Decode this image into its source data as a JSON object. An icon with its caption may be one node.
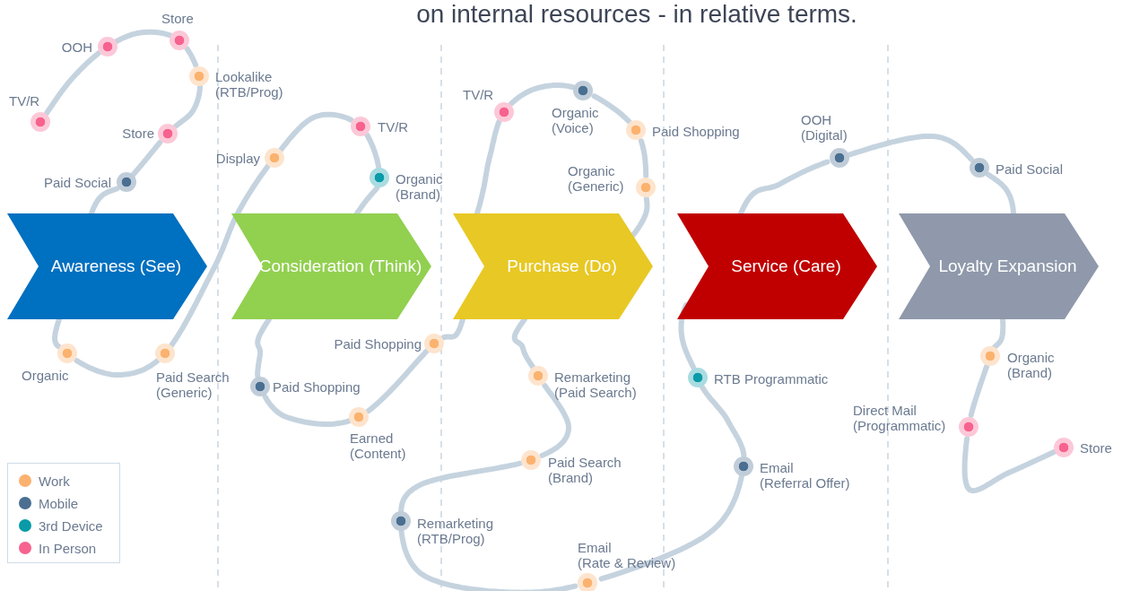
{
  "diagram": {
    "title": "on internal resources - in relative terms.",
    "nodes": [
      {
        "text": [
          "Awareness (See)"
        ]
      },
      {
        "text": [
          "Consideration (Think)"
        ]
      },
      {
        "text": [
          "Purchase (Do)"
        ]
      },
      {
        "text": [
          "Service (Care)"
        ]
      },
      {
        "text": [
          "Loyalty Expansion"
        ]
      },
      {
        "text": [],
        "shape": "circle",
        "beside": [
          "TV/R"
        ]
      },
      {
        "text": [],
        "shape": "circle",
        "beside": [
          "OOH"
        ]
      },
      {
        "text": [],
        "shape": "circle",
        "beside": [
          "Store"
        ]
      },
      {
        "text": [],
        "shape": "circle",
        "beside": [
          "Lookalike (RTB/Prog)"
        ]
      },
      {
        "text": [],
        "shape": "circle",
        "beside": [
          "Store"
        ]
      },
      {
        "text": [],
        "shape": "circle",
        "beside": [
          "Paid Social"
        ]
      },
      {
        "text": [],
        "shape": "circle",
        "beside": [
          "Organic"
        ]
      },
      {
        "text": [],
        "shape": "circle",
        "beside": [
          "Paid Search (Generic)"
        ]
      },
      {
        "text": [],
        "shape": "circle",
        "beside": [
          "Display"
        ]
      },
      {
        "text": [],
        "shape": "circle",
        "beside": [
          "TV/R"
        ]
      },
      {
        "text": [],
        "shape": "circle",
        "beside": [
          "Organic (Brand)"
        ]
      },
      {
        "text": [],
        "shape": "circle",
        "beside": [
          "Paid Shopping"
        ]
      },
      {
        "text": [],
        "shape": "circle",
        "beside": [
          "Earned (Content)"
        ]
      },
      {
        "text": [],
        "shape": "circle",
        "beside": [
          "Paid Shopping"
        ]
      },
      {
        "text": [],
        "shape": "circle",
        "beside": [
          "TV/R"
        ]
      },
      {
        "text": [],
        "shape": "circle",
        "beside": [
          "Organic (Voice)"
        ]
      },
      {
        "text": [],
        "shape": "circle",
        "beside": [
          "Paid Shopping"
        ]
      },
      {
        "text": [],
        "shape": "circle",
        "beside": [
          "Organic (Generic)"
        ]
      },
      {
        "text": [],
        "shape": "circle",
        "beside": [
          "Remarketing (Paid Search)"
        ]
      },
      {
        "text": [],
        "shape": "circle",
        "beside": [
          "Paid Search (Brand)"
        ]
      },
      {
        "text": [],
        "shape": "circle",
        "beside": [
          "Remarketing (RTB/Prog)"
        ]
      },
      {
        "text": [],
        "shape": "circle",
        "beside": [
          "Email (Rate & Review)"
        ]
      },
      {
        "text": [],
        "shape": "circle",
        "beside": [
          "Email (Referral Offer)"
        ]
      },
      {
        "text": [],
        "shape": "circle",
        "beside": [
          "RTB Programmatic"
        ]
      },
      {
        "text": [],
        "shape": "circle",
        "beside": [
          "OOH (Digital)"
        ]
      },
      {
        "text": [],
        "shape": "circle",
        "beside": [
          "Paid Social"
        ]
      },
      {
        "text": [],
        "shape": "circle",
        "beside": [
          "Organic (Brand)"
        ]
      },
      {
        "text": [],
        "shape": "circle",
        "beside": [
          "Direct Mail (Programmatic)"
        ]
      },
      {
        "text": [],
        "shape": "circle",
        "beside": [
          "Store"
        ]
      }
    ],
    "edges": [
      {
        "from": 5,
        "to": 6,
        "arrow": "none"
      },
      {
        "from": 6,
        "to": 7,
        "arrow": "none"
      },
      {
        "from": 7,
        "to": 8,
        "arrow": "none"
      },
      {
        "from": 8,
        "to": 9,
        "arrow": "none"
      },
      {
        "from": 9,
        "to": 10,
        "arrow": "none"
      },
      {
        "from": 10,
        "to": 0,
        "arrow": "none"
      },
      {
        "from": 0,
        "to": 11,
        "arrow": "none"
      },
      {
        "from": 11,
        "to": 12,
        "arrow": "none"
      },
      {
        "from": 12,
        "to": 13,
        "arrow": "none"
      },
      {
        "from": 13,
        "to": 14,
        "arrow": "none"
      },
      {
        "from": 14,
        "to": 15,
        "arrow": "none"
      },
      {
        "from": 15,
        "to": 1,
        "arrow": "none"
      },
      {
        "from": 1,
        "to": 16,
        "arrow": "none"
      },
      {
        "from": 16,
        "to": 17,
        "arrow": "none"
      },
      {
        "from": 17,
        "to": 18,
        "arrow": "none"
      },
      {
        "from": 18,
        "to": 2,
        "arrow": "none"
      },
      {
        "from": 2,
        "to": 19,
        "arrow": "none"
      },
      {
        "from": 19,
        "to": 20,
        "arrow": "none"
      },
      {
        "from": 20,
        "to": 21,
        "arrow": "none"
      },
      {
        "from": 21,
        "to": 22,
        "arrow": "none"
      },
      {
        "from": 22,
        "to": 2,
        "arrow": "none"
      },
      {
        "from": 2,
        "to": 23,
        "arrow": "none"
      },
      {
        "from": 23,
        "to": 24,
        "arrow": "none"
      },
      {
        "from": 24,
        "to": 25,
        "arrow": "none"
      },
      {
        "from": 25,
        "to": 26,
        "arrow": "none"
      },
      {
        "from": 26,
        "to": 27,
        "arrow": "none"
      },
      {
        "from": 27,
        "to": 28,
        "arrow": "none"
      },
      {
        "from": 28,
        "to": 3,
        "arrow": "none"
      },
      {
        "from": 3,
        "to": 29,
        "arrow": "none"
      },
      {
        "from": 29,
        "to": 30,
        "arrow": "none"
      },
      {
        "from": 30,
        "to": 4,
        "arrow": "none"
      },
      {
        "from": 4,
        "to": 31,
        "arrow": "none"
      },
      {
        "from": 31,
        "to": 32,
        "arrow": "none"
      },
      {
        "from": 32,
        "to": 33,
        "arrow": "none"
      }
    ],
    "legend": [
      {
        "text": "Work",
        "color": "#fbb26f"
      },
      {
        "text": "Mobile",
        "color": "#4a6f91"
      },
      {
        "text": "3rd Device",
        "color": "#0a9aa8"
      },
      {
        "text": "In Person",
        "color": "#f7628f"
      }
    ]
  }
}
